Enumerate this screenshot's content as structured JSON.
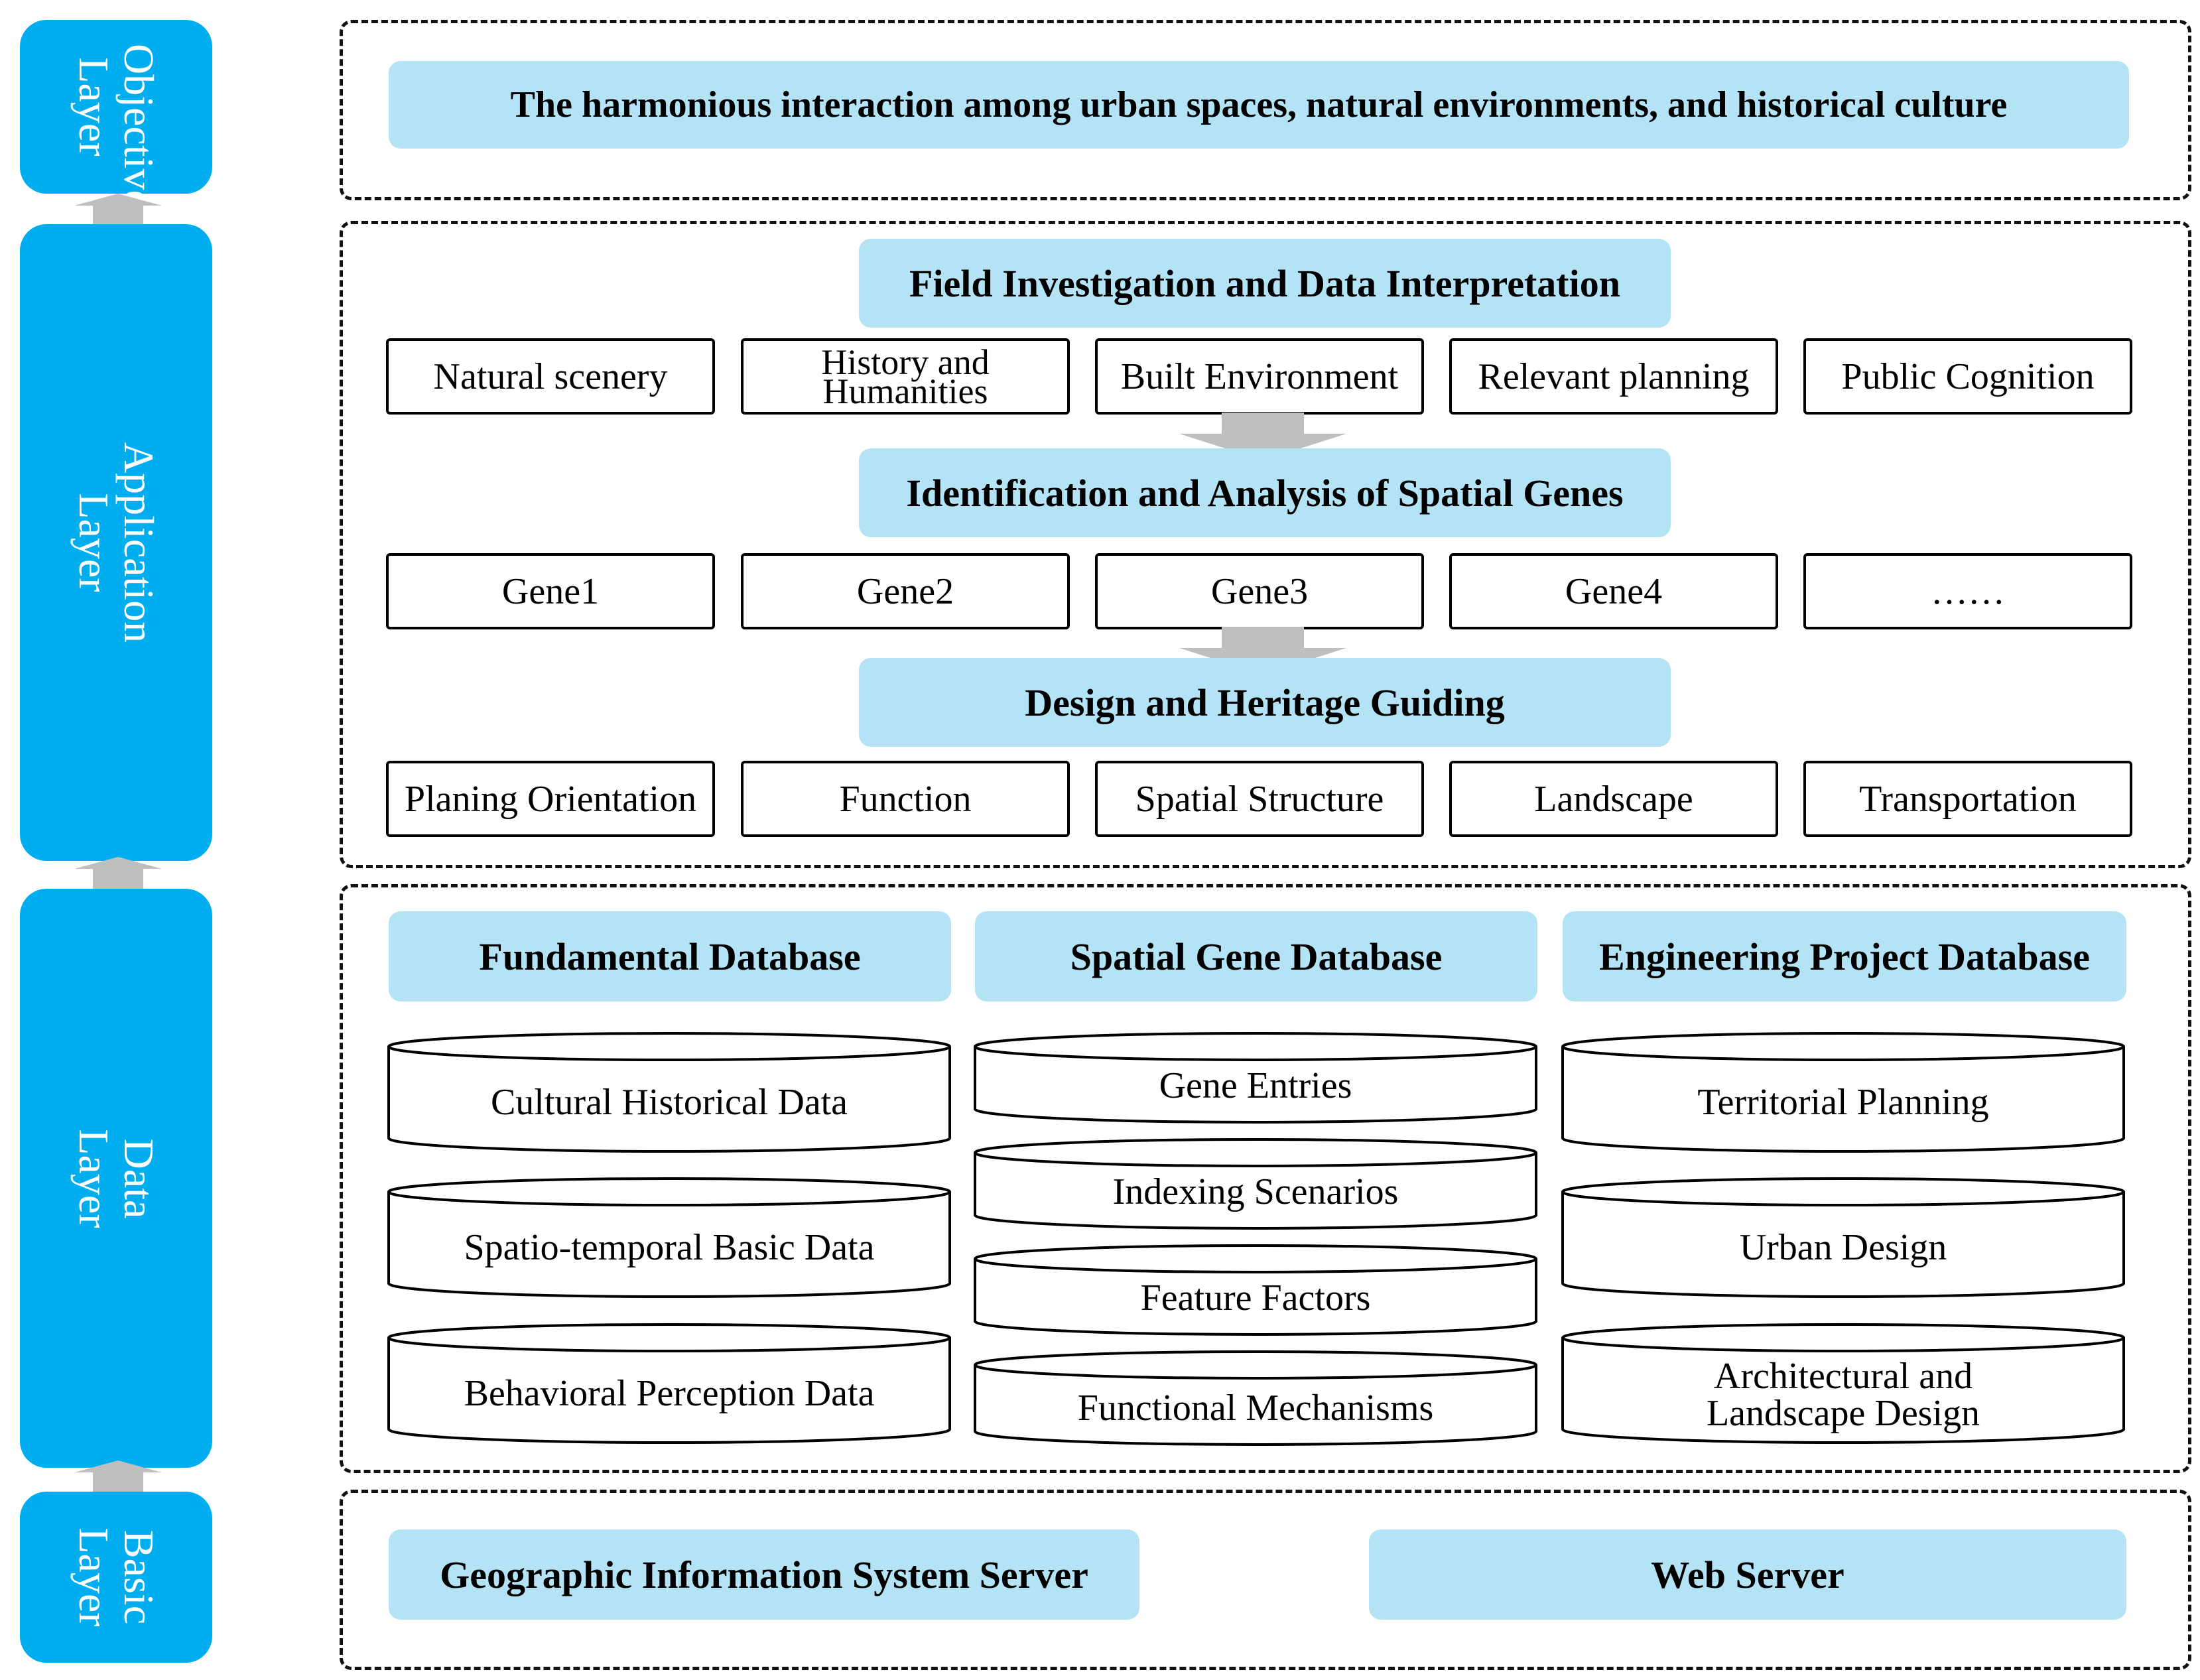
{
  "layers": {
    "objective": "Objective Layer",
    "application": "Application Layer",
    "data": "Data Layer",
    "basic": "Basic Layer"
  },
  "objective": {
    "goal": "The harmonious interaction among urban spaces, natural environments, and historical culture"
  },
  "application": {
    "step1": {
      "title": "Field Investigation and Data Interpretation",
      "items": [
        "Natural scenery",
        "History and Humanities",
        "Built Environment",
        "Relevant planning",
        "Public Cognition"
      ]
    },
    "step2": {
      "title": "Identification and Analysis of Spatial Genes",
      "items": [
        "Gene1",
        "Gene2",
        "Gene3",
        "Gene4",
        "……"
      ]
    },
    "step3": {
      "title": "Design and Heritage Guiding",
      "items": [
        "Planing Orientation",
        "Function",
        "Spatial Structure",
        "Landscape",
        "Transportation"
      ]
    }
  },
  "data": {
    "fundamental": {
      "title": "Fundamental Database",
      "items": [
        "Cultural Historical Data",
        "Spatio-temporal Basic Data",
        "Behavioral Perception Data"
      ]
    },
    "gene": {
      "title": "Spatial Gene Database",
      "items": [
        "Gene Entries",
        "Indexing Scenarios",
        "Feature Factors",
        "Functional Mechanisms"
      ]
    },
    "engineering": {
      "title": "Engineering Project Database",
      "items": [
        "Territorial Planning",
        "Urban Design",
        "Architectural and Landscape Design"
      ]
    }
  },
  "basic": {
    "gis": "Geographic Information System Server",
    "web": "Web Server"
  },
  "colors": {
    "layer_blue": "#00aeef",
    "header_light_blue": "#b3e3f5",
    "arrow_gray": "#bfbfbf"
  }
}
